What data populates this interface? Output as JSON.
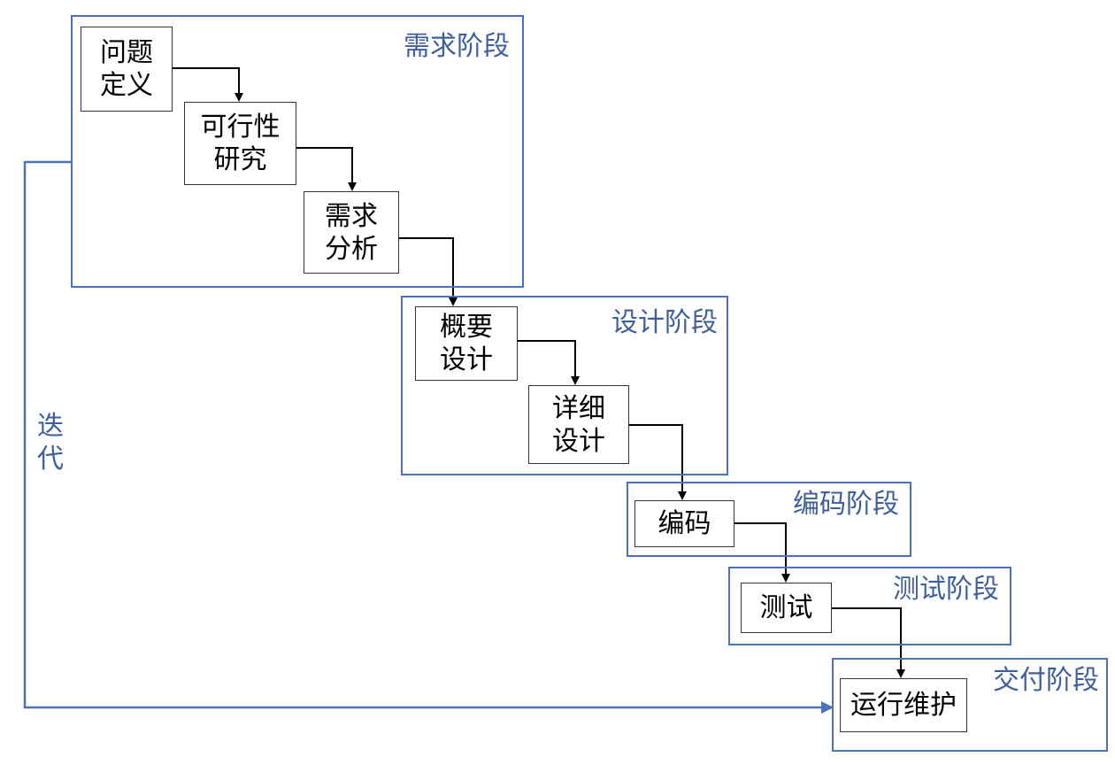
{
  "phases": {
    "requirements": {
      "title": "需求阶段"
    },
    "design": {
      "title": "设计阶段"
    },
    "coding": {
      "title": "编码阶段"
    },
    "testing": {
      "title": "测试阶段"
    },
    "delivery": {
      "title": "交付阶段"
    }
  },
  "steps": {
    "problem_definition": {
      "line1": "问题",
      "line2": "定义"
    },
    "feasibility_study": {
      "line1": "可行性",
      "line2": "研究"
    },
    "requirements_analysis": {
      "line1": "需求",
      "line2": "分析"
    },
    "outline_design": {
      "line1": "概要",
      "line2": "设计"
    },
    "detailed_design": {
      "line1": "详细",
      "line2": "设计"
    },
    "coding": {
      "label": "编码"
    },
    "testing": {
      "label": "测试"
    },
    "maintenance": {
      "label": "运行维护"
    }
  },
  "iteration": {
    "char1": "迭",
    "char2": "代"
  },
  "colors": {
    "phase_border": "#4a72b5",
    "phase_text": "#3f5f9a",
    "step_border": "#333333",
    "arrow": "#000000"
  }
}
